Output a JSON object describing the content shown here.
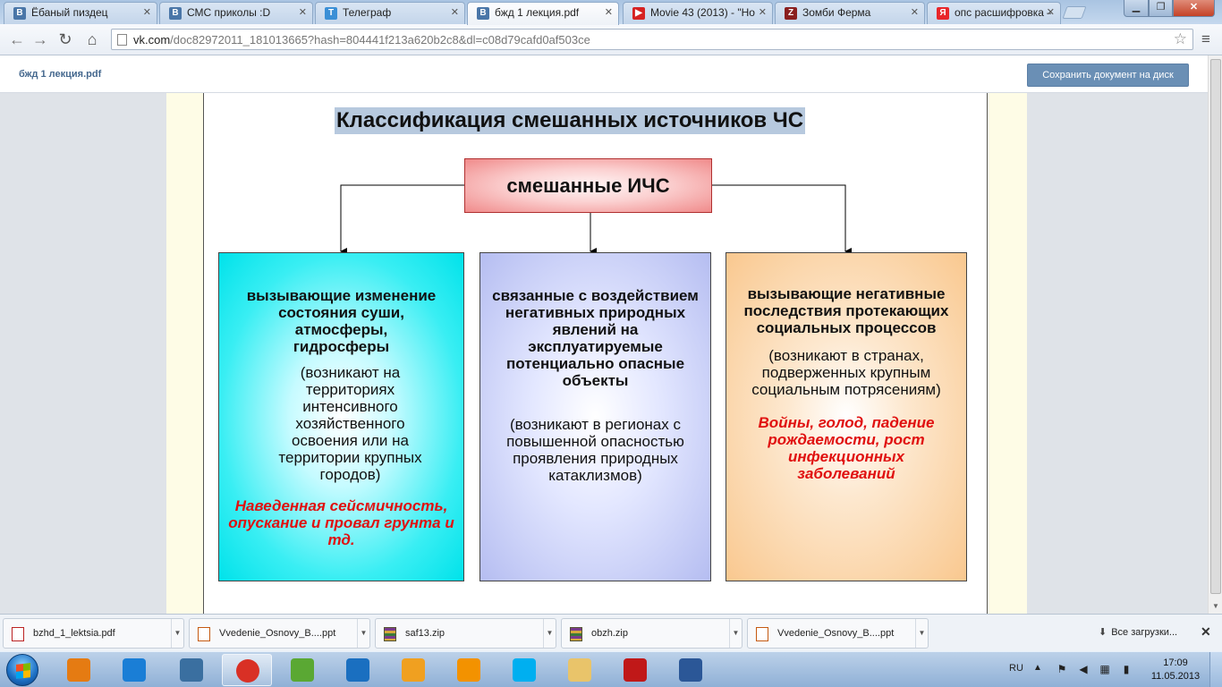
{
  "browser": {
    "tabs": [
      {
        "title": "Ёбаный пиздец",
        "icon": "vk-icon",
        "color": "#4a76a8",
        "glyph": "B"
      },
      {
        "title": "СМС приколы :D",
        "icon": "vk-icon",
        "color": "#4a76a8",
        "glyph": "B"
      },
      {
        "title": "Телеграф",
        "icon": "telegraph-icon",
        "color": "#3a8fd6",
        "glyph": "T"
      },
      {
        "title": "бжд 1 лекция.pdf",
        "icon": "vk-icon",
        "color": "#4a76a8",
        "glyph": "B"
      },
      {
        "title": "Movie 43 (2013) - \"Но",
        "icon": "youtube-icon",
        "color": "#d62222",
        "glyph": "▶"
      },
      {
        "title": "Зомби Ферма",
        "icon": "game-icon",
        "color": "#8a1f1f",
        "glyph": "Z"
      },
      {
        "title": "опс расшифровка —",
        "icon": "yandex-icon",
        "color": "#e8262a",
        "glyph": "Я"
      }
    ],
    "url_main": "vk.com",
    "url_rest": "/doc82972011_181013665?hash=804441f213a620b2c8&dl=c08d79cafd0af503ce"
  },
  "vk": {
    "doc_title": "бжд 1 лекция.pdf",
    "save_button": "Сохранить документ на диск"
  },
  "slide": {
    "title": "Классификация смешанных источников ЧС",
    "root": "смешанные ИЧС",
    "categories": [
      {
        "heading": "вызывающие изменение состояния суши, атмосферы, гидросферы",
        "note": "(возникают на территориях интенсивного хозяйственного освоения или на территории крупных городов)",
        "examples": "Наведенная сейсмичность, опускание и провал грунта и тд."
      },
      {
        "heading": "связанные с воздействием негативных природных явлений на эксплуатируемые потенциально опасные объекты",
        "note": "(возникают в регионах с повышенной опасностью проявления природных катаклизмов)",
        "examples": ""
      },
      {
        "heading": "вызывающие негативные последствия протекающих социальных процессов",
        "note": "(возникают в странах, подверженных крупным социальным потрясениям)",
        "examples": "Войны, голод, падение рождаемости, рост инфекционных заболеваний"
      }
    ]
  },
  "downloads": {
    "items": [
      {
        "name": "bzhd_1_lektsia.pdf",
        "type": "pdf"
      },
      {
        "name": "Vvedenie_Osnovy_B....ppt",
        "type": "ppt"
      },
      {
        "name": "saf13.zip",
        "type": "zip"
      },
      {
        "name": "obzh.zip",
        "type": "zip"
      },
      {
        "name": "Vvedenie_Osnovy_B....ppt",
        "type": "ppt"
      }
    ],
    "all_label": "Все загрузки..."
  },
  "taskbar": {
    "apps": [
      {
        "name": "media-player",
        "color": "#e57b12"
      },
      {
        "name": "internet-explorer",
        "color": "#1a7ed6"
      },
      {
        "name": "briefcase",
        "color": "#3a6fa0"
      },
      {
        "name": "chrome",
        "color": "#d93025"
      },
      {
        "name": "messenger",
        "color": "#5aa833"
      },
      {
        "name": "mail-agent",
        "color": "#1a6fc0"
      },
      {
        "name": "game",
        "color": "#f0a020"
      },
      {
        "name": "odnoklassniki",
        "color": "#f39200"
      },
      {
        "name": "skype",
        "color": "#00aff0"
      },
      {
        "name": "explorer",
        "color": "#e9c46a"
      },
      {
        "name": "mcafee",
        "color": "#c01818"
      },
      {
        "name": "word",
        "color": "#2b5797"
      }
    ],
    "lang": "RU",
    "time": "17:09",
    "date": "11.05.2013"
  }
}
